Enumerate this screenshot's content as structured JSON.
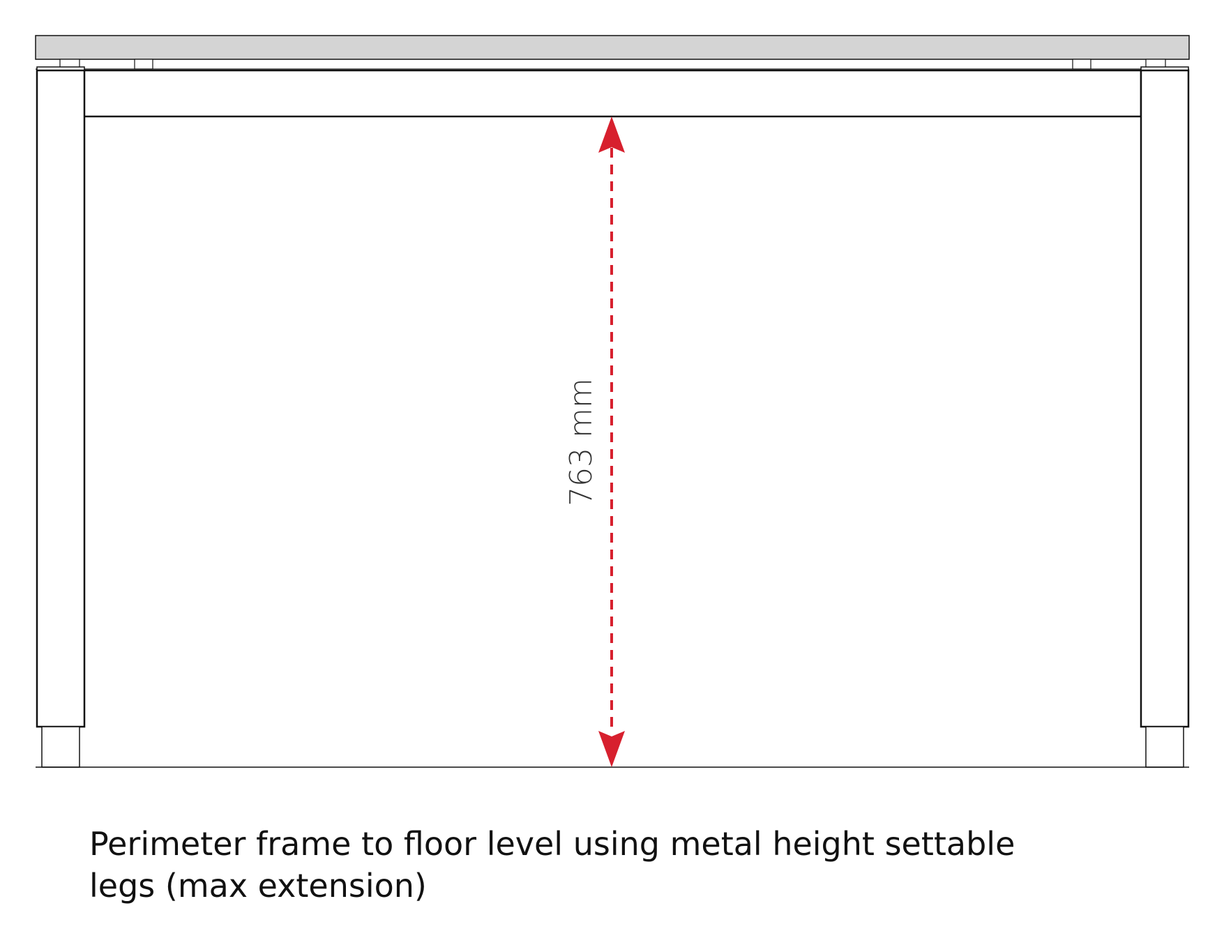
{
  "dimension": {
    "label": "763 mm",
    "color": "#d7202e"
  },
  "caption": {
    "line1": "Perimeter frame to floor level using metal height settable",
    "line2": "legs (max extension)"
  },
  "colors": {
    "tabletop": "#d4d4d4",
    "outline": "#111111",
    "text": "#333333"
  }
}
